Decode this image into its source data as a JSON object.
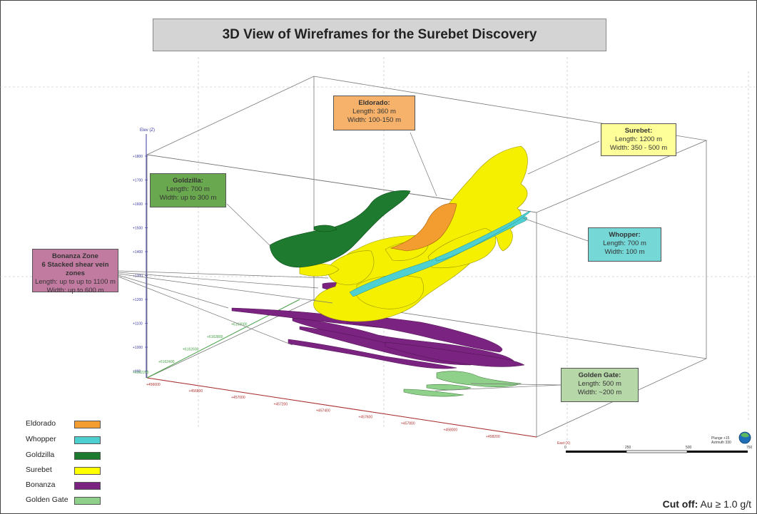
{
  "title": "3D View of Wireframes for the Surebet Discovery",
  "callouts": {
    "eldorado": {
      "name": "Eldorado:",
      "line1": "Length: 360 m",
      "line2": "Width: 100-150 m",
      "color": "#f6b26b"
    },
    "surebet": {
      "name": "Surebet:",
      "line1": "Length: 1200 m",
      "line2": "Width: 350 - 500 m",
      "color": "#ffff99"
    },
    "goldzilla": {
      "name": "Goldzilla:",
      "line1": "Length: 700 m",
      "line2": "Width: up to 300 m",
      "color": "#6aa84f"
    },
    "bonanza": {
      "name": "Bonanza Zone",
      "line1": "6 Stacked shear vein zones",
      "line2": "Length: up to up to 1100 m",
      "line3": "Width: up to 600 m",
      "color": "#c27ba0"
    },
    "whopper": {
      "name": "Whopper:",
      "line1": "Length: 700 m",
      "line2": "Width: 100 m",
      "color": "#76d7d7"
    },
    "golden_gate": {
      "name": "Golden Gate:",
      "line1": "Length: 500 m",
      "line2": "Width: ~200 m",
      "color": "#b6d7a8"
    }
  },
  "legend": [
    {
      "label": "Eldorado",
      "color": "#f39c30"
    },
    {
      "label": "Whopper",
      "color": "#4ed0d0"
    },
    {
      "label": "Goldzilla",
      "color": "#1e7a2e"
    },
    {
      "label": "Surebet",
      "color": "#ffff00"
    },
    {
      "label": "Bonanza",
      "color": "#7b2381"
    },
    {
      "label": "Golden Gate",
      "color": "#8fd18b"
    }
  ],
  "cutoff": {
    "label": "Cut off:",
    "value": "Au ≥ 1.0 g/t"
  },
  "axes": {
    "elev_label": "Elev (Z)",
    "elev_ticks": [
      "+1800",
      "+1700",
      "+1600",
      "+1500",
      "+1400",
      "+1300",
      "+1200",
      "+1100",
      "+1000",
      "+900"
    ],
    "east_label": "East (X)",
    "east_ticks": [
      "+456600",
      "+456800",
      "+457000",
      "+457200",
      "+457400",
      "+457600",
      "+457800",
      "+458000",
      "+458200"
    ],
    "north_ticks": [
      "+6162400",
      "+6162600",
      "+6162800",
      "+6163000",
      "+6163200"
    ],
    "north_origin": "+6162200"
  },
  "scale_bar": {
    "ticks": [
      "0",
      "250",
      "500",
      "750"
    ]
  },
  "orientation": {
    "plunge": "Plunge +15",
    "azimuth": "Azimuth 330"
  }
}
